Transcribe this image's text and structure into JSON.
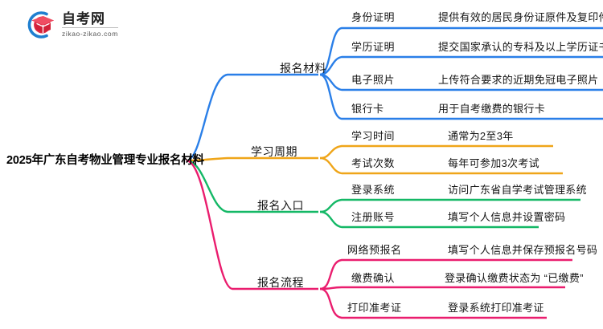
{
  "logo": {
    "name_cn": "自考网",
    "domain": "zikao-zikao.com",
    "mark_icon": "graduation-cap-ring-icon",
    "ring_color": "#1f7fd0",
    "cap_color": "#e0304a"
  },
  "mindmap": {
    "root": {
      "label": "2025年广东自考物业管理专业报名材料"
    },
    "branches": [
      {
        "label": "报名材料",
        "color": "#2a7fe8",
        "children": [
          {
            "label": "身份证明",
            "desc": "提供有效的居民身份证原件及复印件"
          },
          {
            "label": "学历证明",
            "desc": "提交国家承认的专科及以上学历证书"
          },
          {
            "label": "电子照片",
            "desc": "上传符合要求的近期免冠电子照片"
          },
          {
            "label": "银行卡",
            "desc": "用于自考缴费的银行卡"
          }
        ]
      },
      {
        "label": "学习周期",
        "color": "#efa519",
        "children": [
          {
            "label": "学习时间",
            "desc": "通常为2至3年"
          },
          {
            "label": "考试次数",
            "desc": "每年可参加3次考试"
          }
        ]
      },
      {
        "label": "报名入口",
        "color": "#14b866",
        "children": [
          {
            "label": "登录系统",
            "desc": "访问广东省自学考试管理系统"
          },
          {
            "label": "注册账号",
            "desc": "填写个人信息并设置密码"
          }
        ]
      },
      {
        "label": "报名流程",
        "color": "#ea1d6e",
        "children": [
          {
            "label": "网络预报名",
            "desc": "填写个人信息并保存预报名号码"
          },
          {
            "label": "缴费确认",
            "desc": "登录确认缴费状态为 “已缴费”"
          },
          {
            "label": "打印准考证",
            "desc": "登录系统打印准考证"
          }
        ]
      }
    ]
  }
}
